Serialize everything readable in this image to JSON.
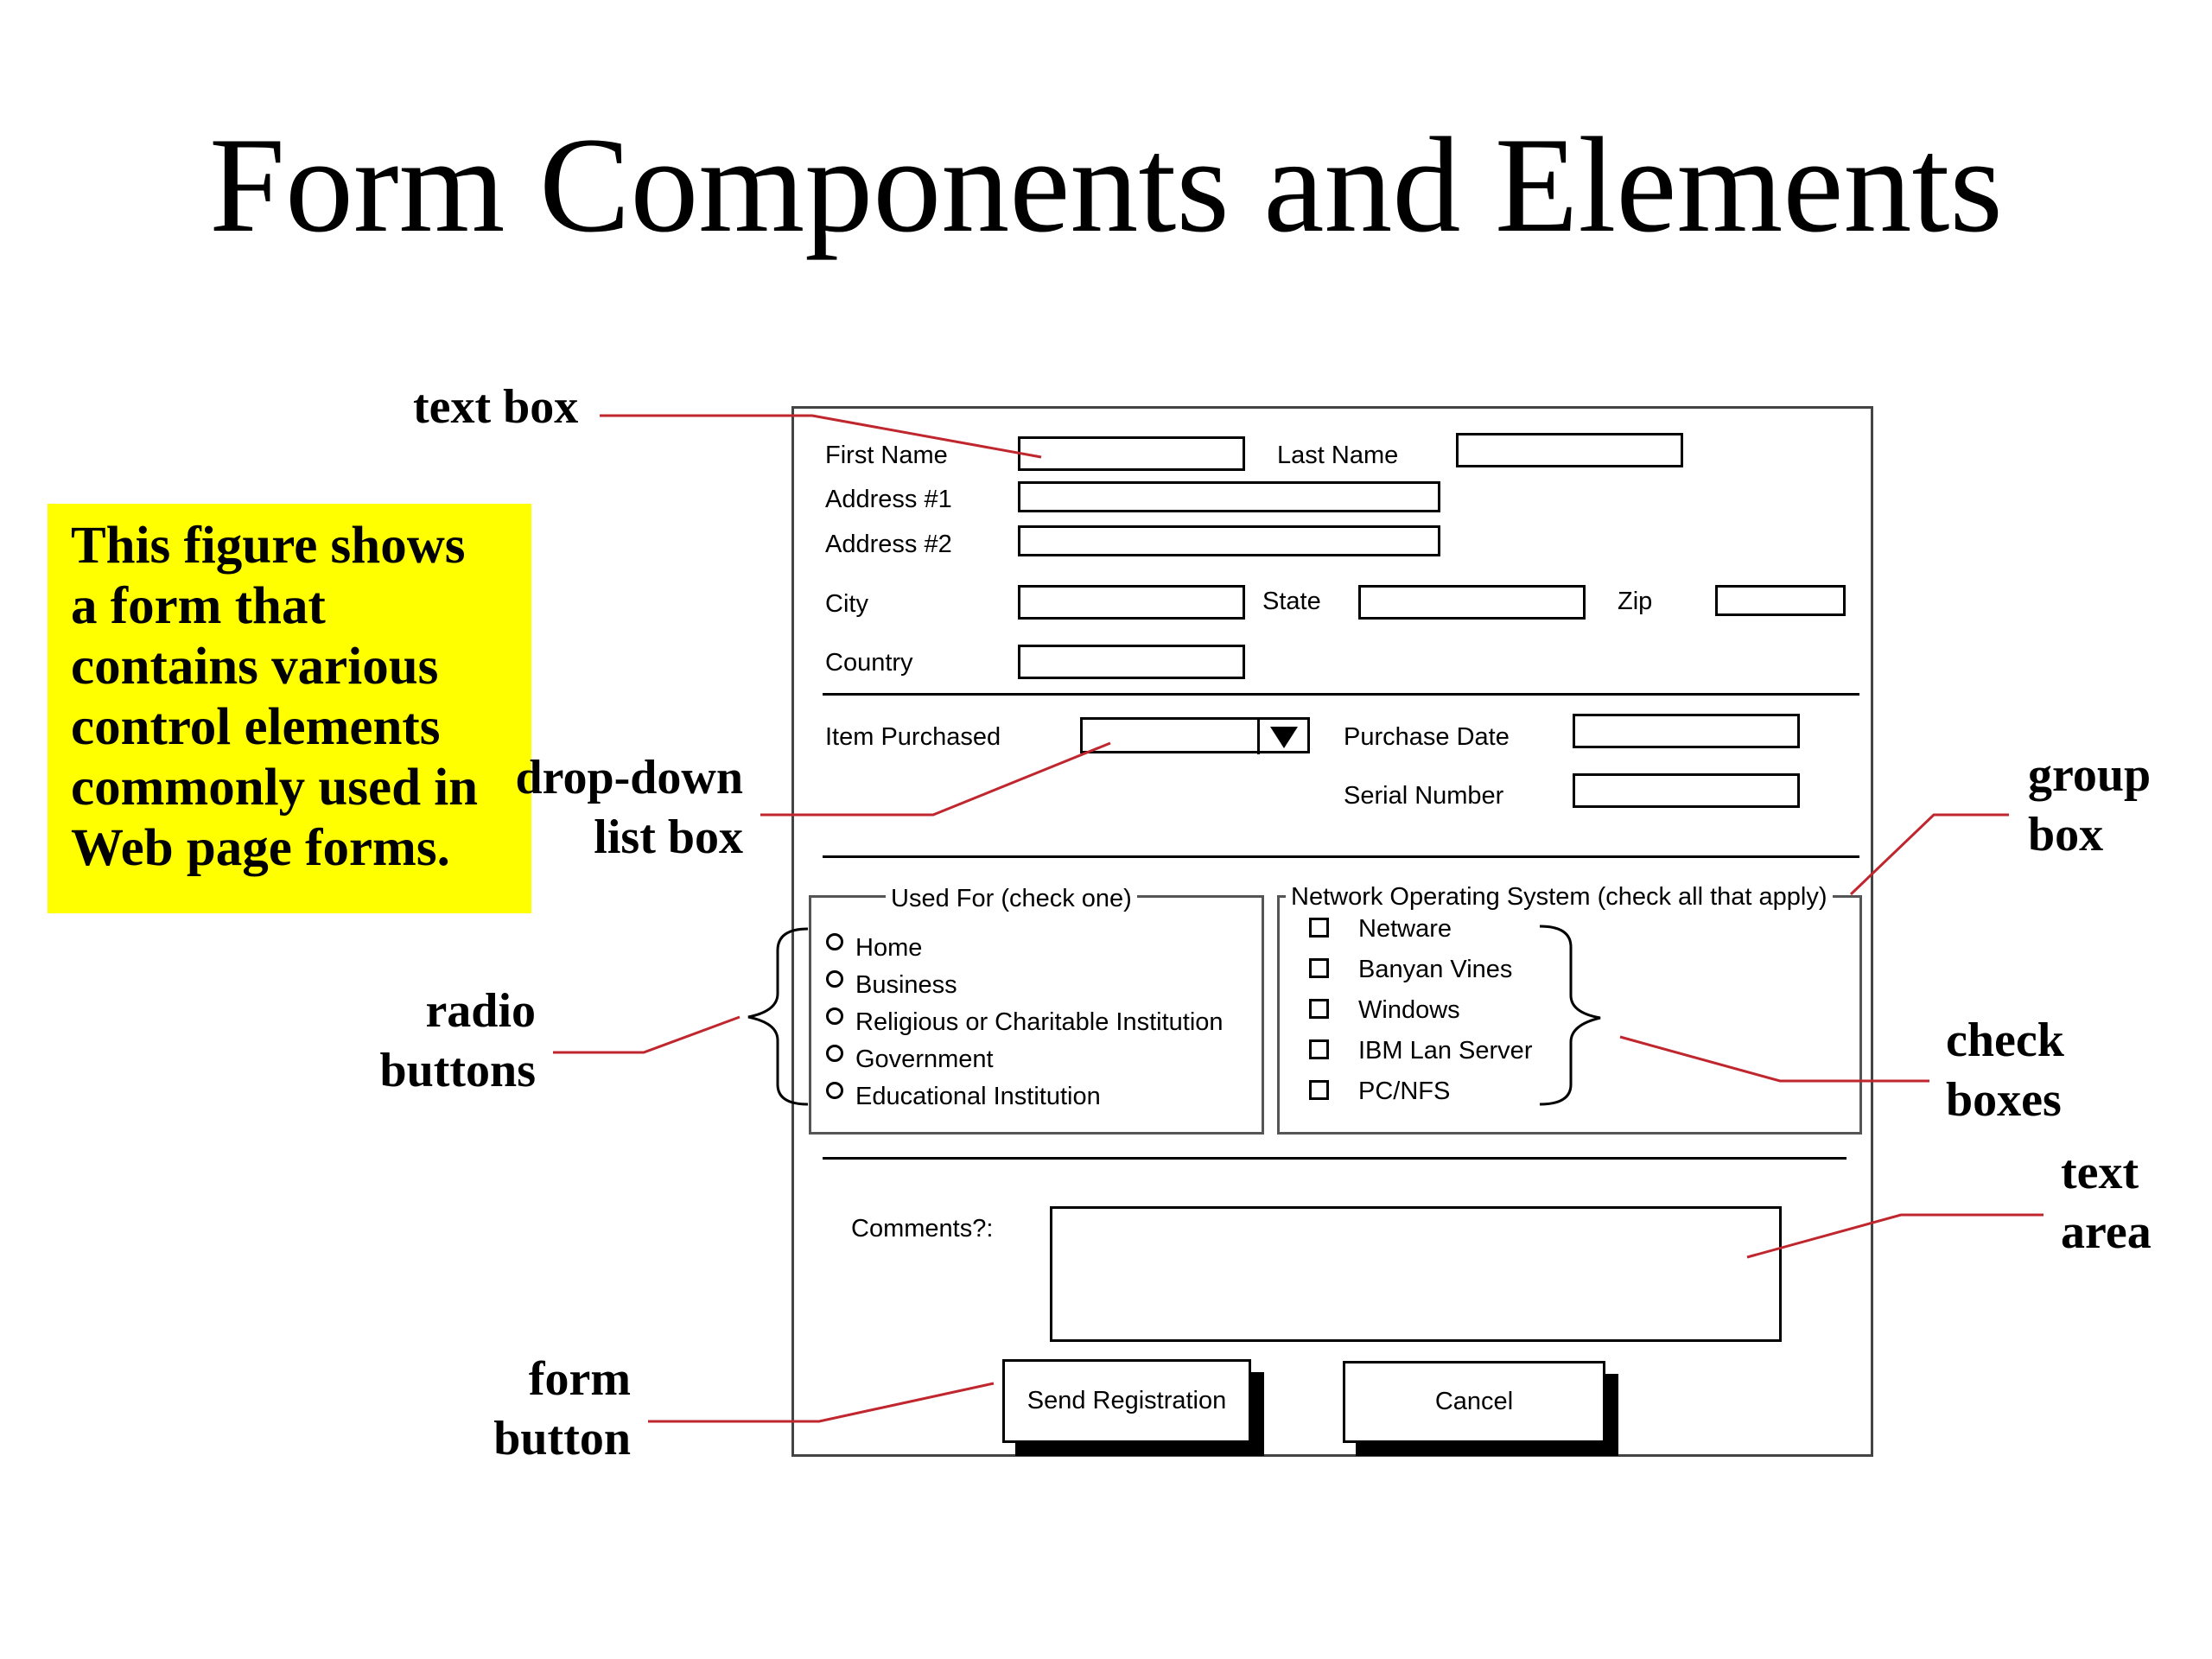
{
  "title": "Form Components and Elements",
  "note": {
    "lines": [
      "This figure shows",
      "a form that",
      "contains various",
      "control elements",
      "commonly used in",
      "Web page forms."
    ],
    "background": "#ffff00"
  },
  "callouts": {
    "text_box": "text box",
    "drop_down_1": "drop-down",
    "drop_down_2": "list box",
    "group_box_1": "group",
    "group_box_2": "box",
    "radio_1": "radio",
    "radio_2": "buttons",
    "check_1": "check",
    "check_2": "boxes",
    "text_area_1": "text",
    "text_area_2": "area",
    "form_button_1": "form",
    "form_button_2": "button"
  },
  "leader_color": "#c0262d",
  "form": {
    "first_name": "First Name",
    "last_name": "Last Name",
    "address1": "Address #1",
    "address2": "Address #2",
    "city": "City",
    "state": "State",
    "zip": "Zip",
    "country": "Country",
    "item_purchased": "Item Purchased",
    "purchase_date": "Purchase Date",
    "serial_number": "Serial Number",
    "used_for": {
      "legend": "Used For (check one)",
      "options": [
        "Home",
        "Business",
        "Religious or Charitable Institution",
        "Government",
        "Educational Institution"
      ]
    },
    "nos": {
      "legend": "Network Operating System (check all that apply)",
      "options": [
        "Netware",
        "Banyan Vines",
        "Windows",
        "IBM Lan Server",
        "PC/NFS"
      ]
    },
    "comments": "Comments?:",
    "send_button": "Send Registration",
    "cancel_button": "Cancel"
  }
}
